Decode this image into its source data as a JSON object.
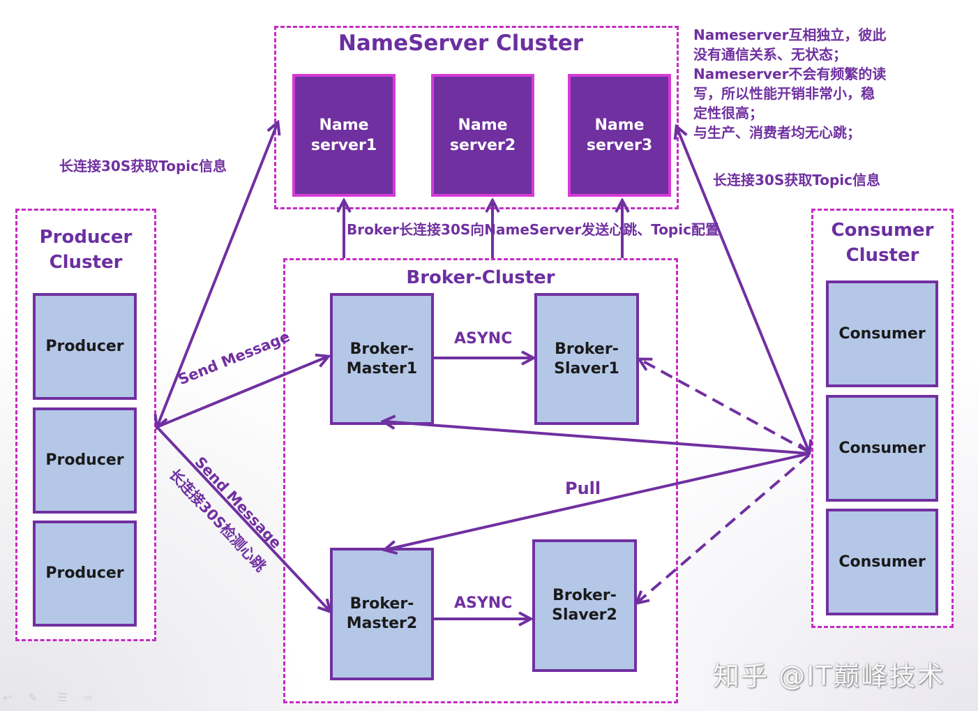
{
  "nameserver_cluster": {
    "title": "NameServer Cluster",
    "servers": [
      "Name\nserver1",
      "Name\nserver2",
      "Name\nserver3"
    ]
  },
  "producer_cluster": {
    "title": "Producer\nCluster",
    "items": [
      "Producer",
      "Producer",
      "Producer"
    ]
  },
  "consumer_cluster": {
    "title": "Consumer\nCluster",
    "items": [
      "Consumer",
      "Consumer",
      "Consumer"
    ]
  },
  "broker_cluster": {
    "title": "Broker-Cluster",
    "master1": "Broker-\nMaster1",
    "slaver1": "Broker-\nSlaver1",
    "master2": "Broker-\nMaster2",
    "slaver2": "Broker-\nSlaver2",
    "async1": "ASYNC",
    "async2": "ASYNC"
  },
  "labels": {
    "producer_topic": "长连接30S获取Topic信息",
    "consumer_topic": "长连接30S获取Topic信息",
    "broker_heartbeat": "Broker长连接30S向NameServer发送心跳、Topic配置",
    "send_message_1": "Send Message",
    "send_message_2": "Send Message",
    "producer_heartbeat": "长连接30S检测心跳",
    "pull": "Pull"
  },
  "note": "Nameserver互相独立，彼此\n没有通信关系、无状态；\nNameserver不会有频繁的读\n写，所以性能开销非常小，稳\n定性很高；\n与生产、消费者均无心跳；",
  "watermark": "知乎 @IT巅峰技术",
  "colors": {
    "purple": "#7030a0",
    "magenta_dash": "#c42bc4",
    "box_blue": "#b4c7e7"
  }
}
